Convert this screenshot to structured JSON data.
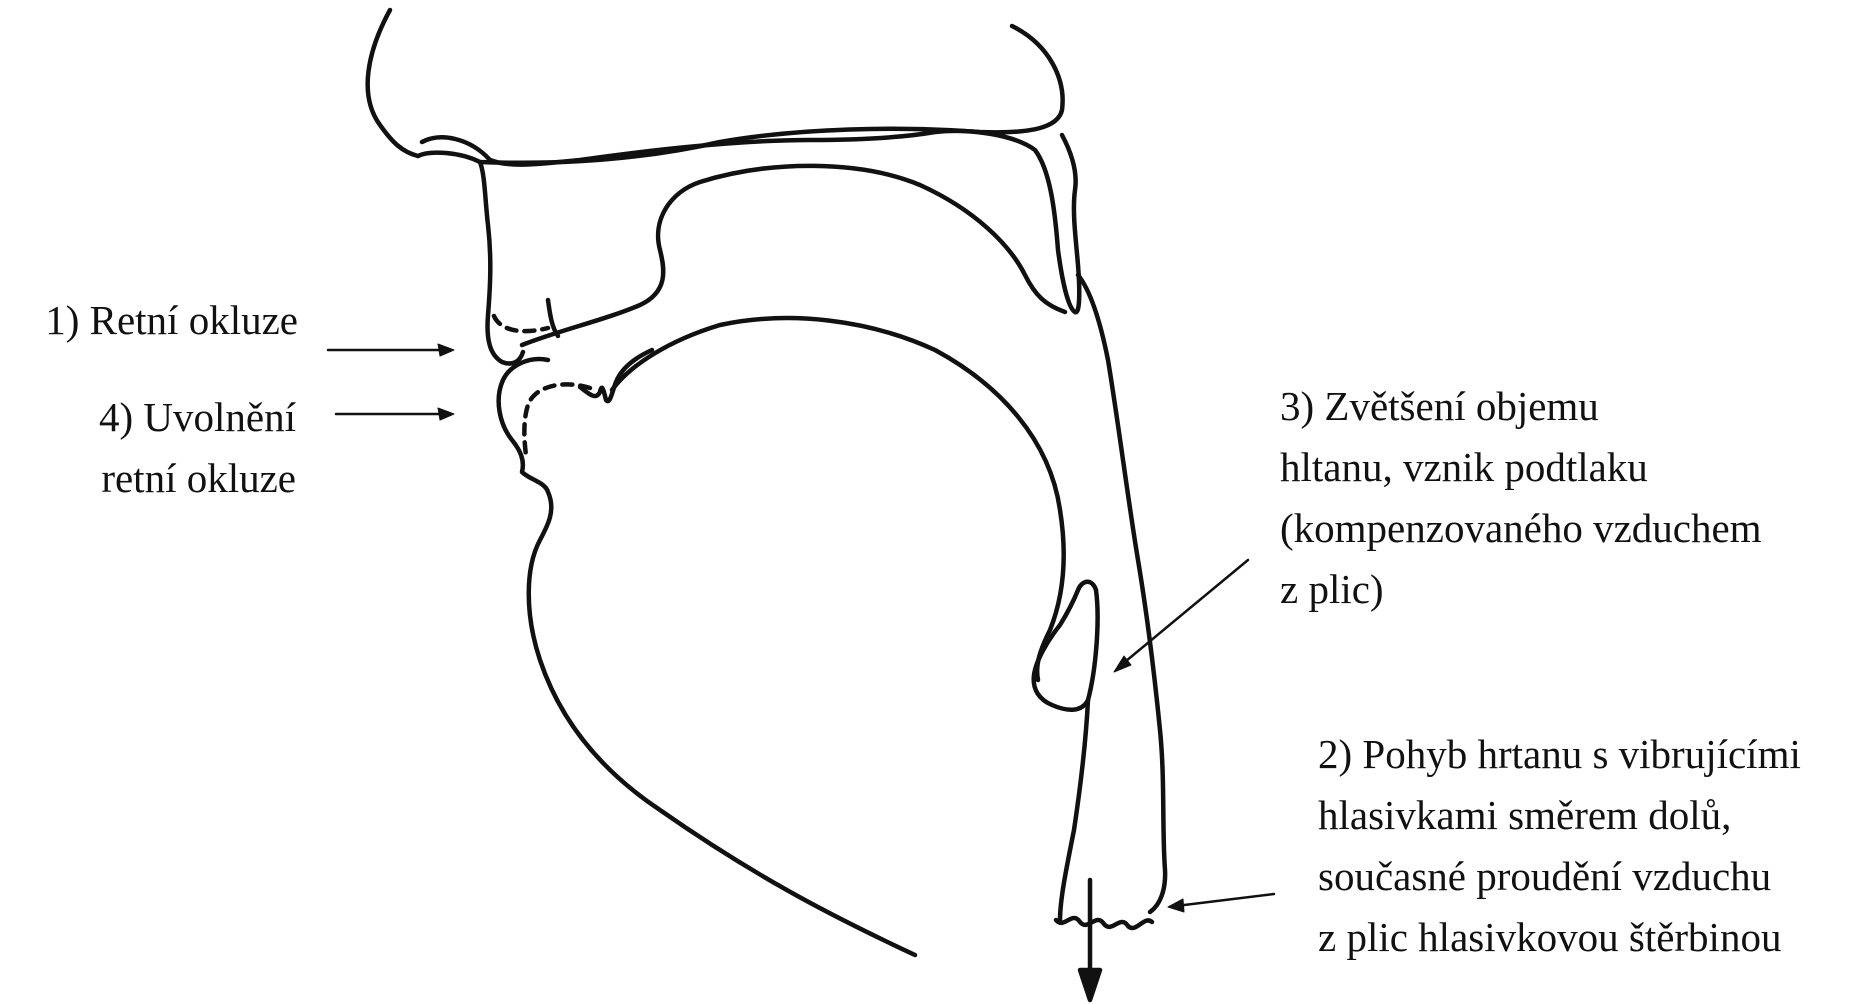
{
  "diagram": {
    "labels": {
      "lip_occlusion": {
        "lines": [
          "1) Retní okluze"
        ]
      },
      "lip_release": {
        "lines": [
          "4) Uvolnění",
          "retní okluze"
        ]
      },
      "pharynx_expansion": {
        "lines": [
          "3) Zvětšení objemu",
          "hltanu, vznik podtlaku",
          "(kompenzovaného vzduchem",
          "z plic)"
        ]
      },
      "larynx_movement": {
        "lines": [
          "2) Pohyb hrtanu s vibrujícími",
          "hlasivkami směrem dolů,",
          "současné proudění vzduchu",
          "z plic hlasivkovou štěrbinou"
        ]
      }
    },
    "colors": {
      "stroke": "#111111",
      "background": "#ffffff"
    }
  }
}
